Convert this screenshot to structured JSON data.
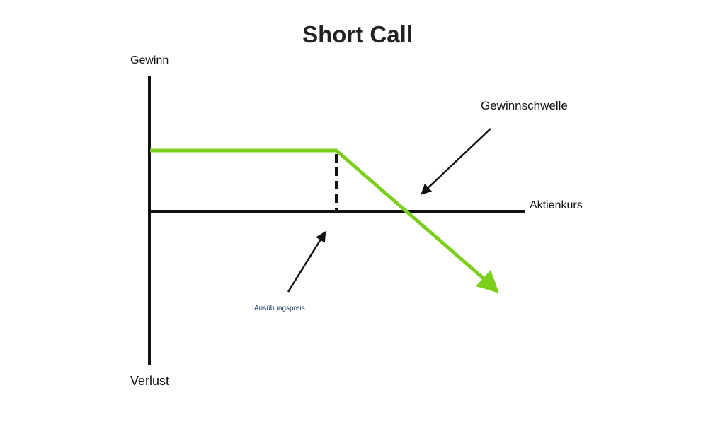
{
  "title": "Short Call",
  "labels": {
    "y_top": "Gewinn",
    "y_bottom": "Verlust",
    "x_axis": "Aktienkurs",
    "breakeven": "Gewinnschwelle",
    "strike": "Ausübungspreis"
  },
  "colors": {
    "payoff": "#7ccf1f",
    "axis": "#111111",
    "strike_label": "#1b3a6b"
  }
}
